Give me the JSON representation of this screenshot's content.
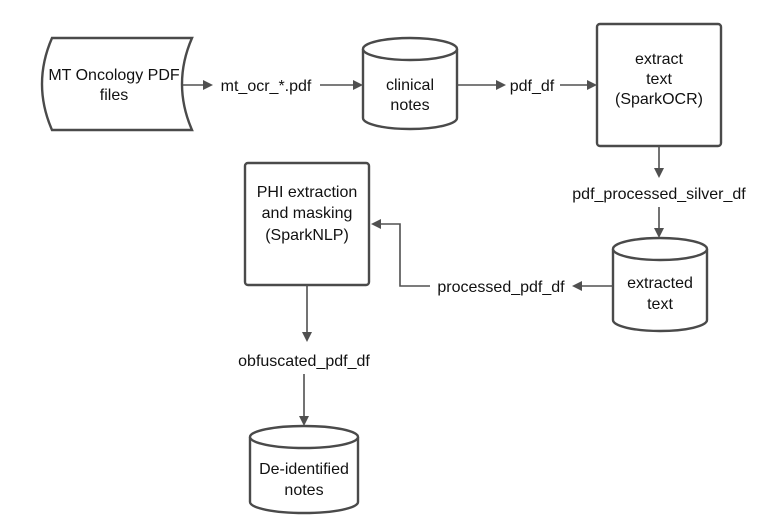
{
  "nodes": {
    "source": {
      "line1": "MT Oncology PDF",
      "line2": "files"
    },
    "clinical": {
      "line1": "clinical",
      "line2": "notes"
    },
    "extract": {
      "line1": "extract",
      "line2": "text",
      "line3": "(SparkOCR)"
    },
    "extracted": {
      "line1": "extracted",
      "line2": "text"
    },
    "phi": {
      "line1": "PHI extraction",
      "line2": "and masking",
      "line3": "(SparkNLP)"
    },
    "deid": {
      "line1": "De-identified",
      "line2": "notes"
    }
  },
  "edges": {
    "mt_ocr": "mt_ocr_*.pdf",
    "pdf_df": "pdf_df",
    "silver": "pdf_processed_silver_df",
    "processed": "processed_pdf_df",
    "obfuscated": "obfuscated_pdf_df"
  },
  "colors": {
    "stroke": "#4a4a4a",
    "connector": "#505050",
    "text": "#111111",
    "background": "#ffffff"
  }
}
